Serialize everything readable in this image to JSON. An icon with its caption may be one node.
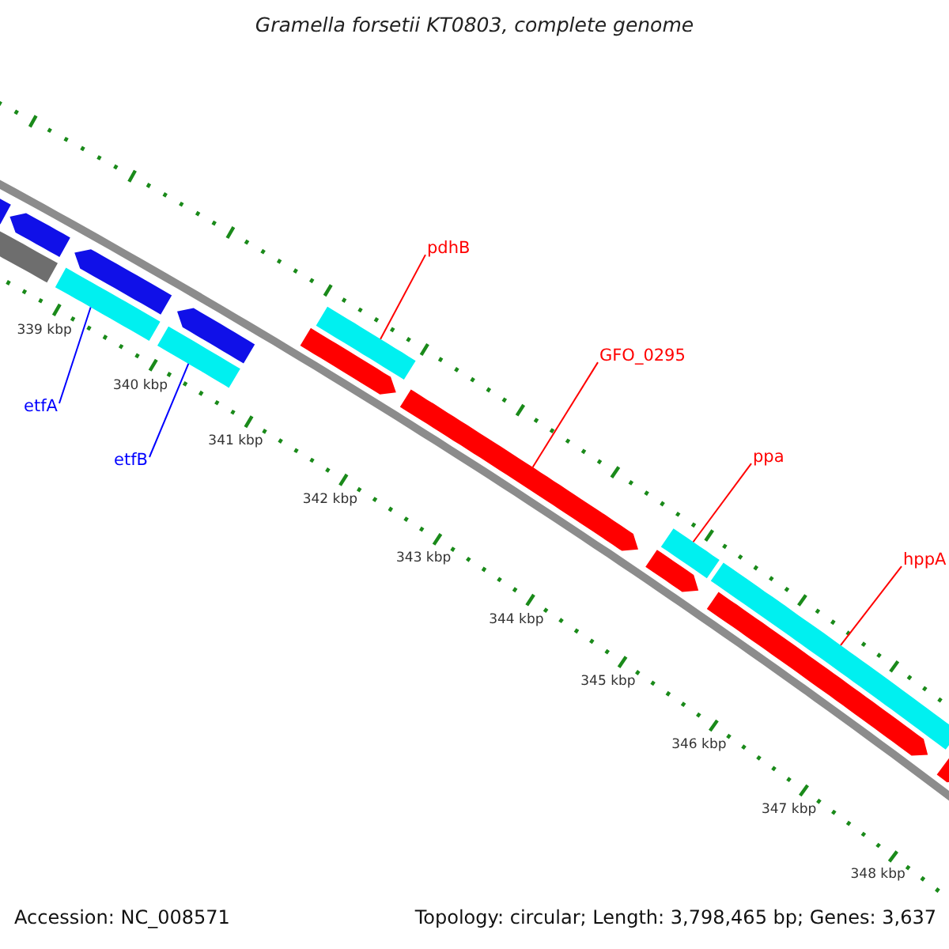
{
  "diagram": {
    "title": "Gramella forsetii KT0803, complete genome",
    "nodes": [
      {
        "text": [
          "etfA"
        ]
      },
      {
        "text": [],
        "shape": "bar"
      },
      {
        "text": [
          "etfB"
        ]
      },
      {
        "text": [],
        "shape": "bar"
      },
      {
        "text": [
          "pdhB"
        ]
      },
      {
        "text": [],
        "shape": "bar"
      },
      {
        "text": [
          "GFO_0295"
        ]
      },
      {
        "text": [],
        "shape": "arrow"
      },
      {
        "text": [
          "ppa"
        ]
      },
      {
        "text": [],
        "shape": "bar"
      },
      {
        "text": [
          "hppA"
        ]
      },
      {
        "text": [],
        "shape": "bar"
      },
      {
        "text": [],
        "shape": "arrow"
      },
      {
        "text": [],
        "shape": "bar"
      },
      {
        "text": [],
        "shape": "arrow"
      },
      {
        "text": [],
        "shape": "arrow"
      },
      {
        "text": [],
        "shape": "arrow"
      },
      {
        "text": [],
        "shape": "arrow"
      },
      {
        "text": [],
        "shape": "arrow"
      },
      {
        "text": [],
        "shape": "arrow"
      },
      {
        "text": [],
        "shape": "arrow"
      }
    ],
    "edges": [
      {
        "from": 0,
        "to": 1,
        "arrow": "none",
        "color": "#0000ff"
      },
      {
        "from": 2,
        "to": 3,
        "arrow": "none",
        "color": "#0000ff"
      },
      {
        "from": 4,
        "to": 5,
        "arrow": "none"
      },
      {
        "from": 6,
        "to": 7,
        "arrow": "none"
      },
      {
        "from": 8,
        "to": 9,
        "arrow": "none"
      },
      {
        "from": 10,
        "to": 11,
        "arrow": "none"
      }
    ],
    "labels": [
      "339 kbp",
      "340 kbp",
      "341 kbp",
      "342 kbp",
      "343 kbp",
      "344 kbp",
      "345 kbp",
      "346 kbp",
      "347 kbp",
      "348 kbp",
      "Accession: NC_008571",
      "Topology: circular; Length: 3,798,465 bp; Genes: 3,637"
    ]
  }
}
